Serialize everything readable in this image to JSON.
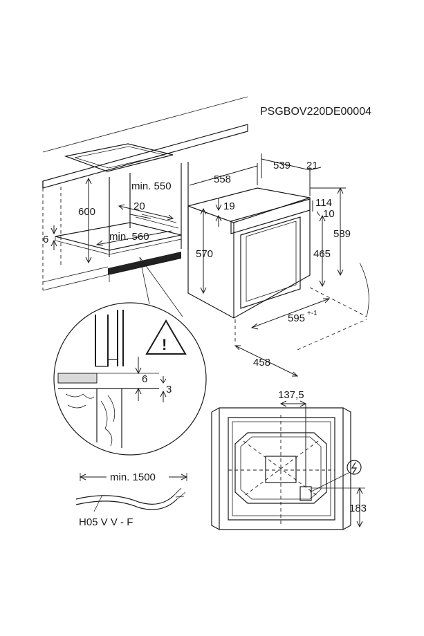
{
  "diagram_code": "PSGBOV220DE00004",
  "cabinet_dims": {
    "height": "600",
    "gap": "6",
    "depth_min": "min. 550",
    "inset": "20",
    "width_min": "min. 560"
  },
  "oven_dims": {
    "depth_total": "558",
    "depth_body": "539",
    "front_thickness": "21",
    "panel_top": "19",
    "body_height": "570",
    "dim_114": "114",
    "dim_10": "10",
    "total_height": "589",
    "front_height": "465",
    "width": "595",
    "width_tolerance": "+-1",
    "bottom_depth": "458"
  },
  "detail_dims": {
    "upper": "6",
    "lower": "3"
  },
  "back_view_dims": {
    "offset": "137,5",
    "socket_height": "183"
  },
  "cable": {
    "length": "min. 1500",
    "type": "H05 V V - F"
  }
}
